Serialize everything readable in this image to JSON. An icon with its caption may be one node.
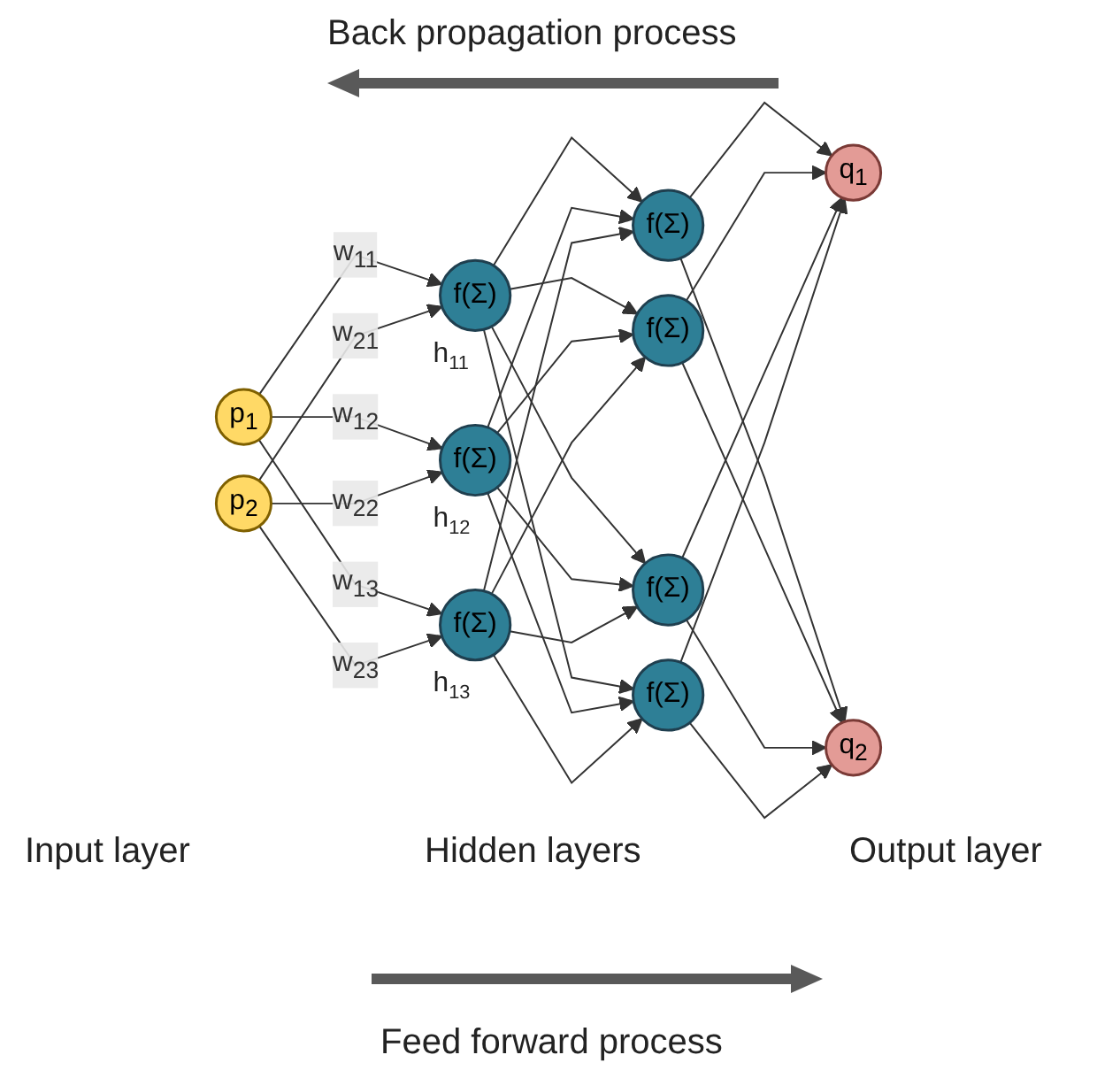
{
  "diagram": {
    "nodes": [
      {
        "text": [
          "p$_{1}$"
        ]
      },
      {
        "text": [
          "p$_{2}$"
        ]
      },
      {
        "text": [
          "f(Σ)"
        ],
        "beside": [
          "h$_{11}$"
        ]
      },
      {
        "text": [
          "f(Σ)"
        ],
        "beside": [
          "h$_{12}$"
        ]
      },
      {
        "text": [
          "f(Σ)"
        ],
        "beside": [
          "h$_{13}$"
        ]
      },
      {
        "text": [
          "f(Σ)"
        ]
      },
      {
        "text": [
          "f(Σ)"
        ]
      },
      {
        "text": [
          "f(Σ)"
        ]
      },
      {
        "text": [
          "f(Σ)"
        ]
      },
      {
        "text": [
          "q$_{1}$"
        ]
      },
      {
        "text": [
          "q$_{2}$"
        ]
      }
    ],
    "edges": [
      {
        "from": 0,
        "to": 2,
        "arrow": "to",
        "label": "w$_{11}$"
      },
      {
        "from": 0,
        "to": 3,
        "arrow": "to",
        "label": "w$_{12}$"
      },
      {
        "from": 0,
        "to": 4,
        "arrow": "to",
        "label": "w$_{13}$"
      },
      {
        "from": 1,
        "to": 2,
        "arrow": "to",
        "label": "w$_{21}$"
      },
      {
        "from": 1,
        "to": 3,
        "arrow": "to",
        "label": "w$_{22}$"
      },
      {
        "from": 1,
        "to": 4,
        "arrow": "to",
        "label": "w$_{23}$"
      },
      {
        "from": 2,
        "to": 5,
        "arrow": "to"
      },
      {
        "from": 2,
        "to": 6,
        "arrow": "to"
      },
      {
        "from": 2,
        "to": 7,
        "arrow": "to"
      },
      {
        "from": 2,
        "to": 8,
        "arrow": "to"
      },
      {
        "from": 3,
        "to": 5,
        "arrow": "to"
      },
      {
        "from": 3,
        "to": 6,
        "arrow": "to"
      },
      {
        "from": 3,
        "to": 7,
        "arrow": "to"
      },
      {
        "from": 3,
        "to": 8,
        "arrow": "to"
      },
      {
        "from": 4,
        "to": 5,
        "arrow": "to"
      },
      {
        "from": 4,
        "to": 6,
        "arrow": "to"
      },
      {
        "from": 4,
        "to": 7,
        "arrow": "to"
      },
      {
        "from": 4,
        "to": 8,
        "arrow": "to"
      },
      {
        "from": 5,
        "to": 9,
        "arrow": "to"
      },
      {
        "from": 5,
        "to": 10,
        "arrow": "to"
      },
      {
        "from": 6,
        "to": 9,
        "arrow": "to"
      },
      {
        "from": 6,
        "to": 10,
        "arrow": "to"
      },
      {
        "from": 7,
        "to": 9,
        "arrow": "to"
      },
      {
        "from": 7,
        "to": 10,
        "arrow": "to"
      },
      {
        "from": 8,
        "to": 9,
        "arrow": "to"
      },
      {
        "from": 8,
        "to": 10,
        "arrow": "to"
      }
    ],
    "labels": [
      "Back propagation process",
      "Input layer",
      "Hidden layers",
      "Output layer",
      "Feed forward process"
    ]
  }
}
